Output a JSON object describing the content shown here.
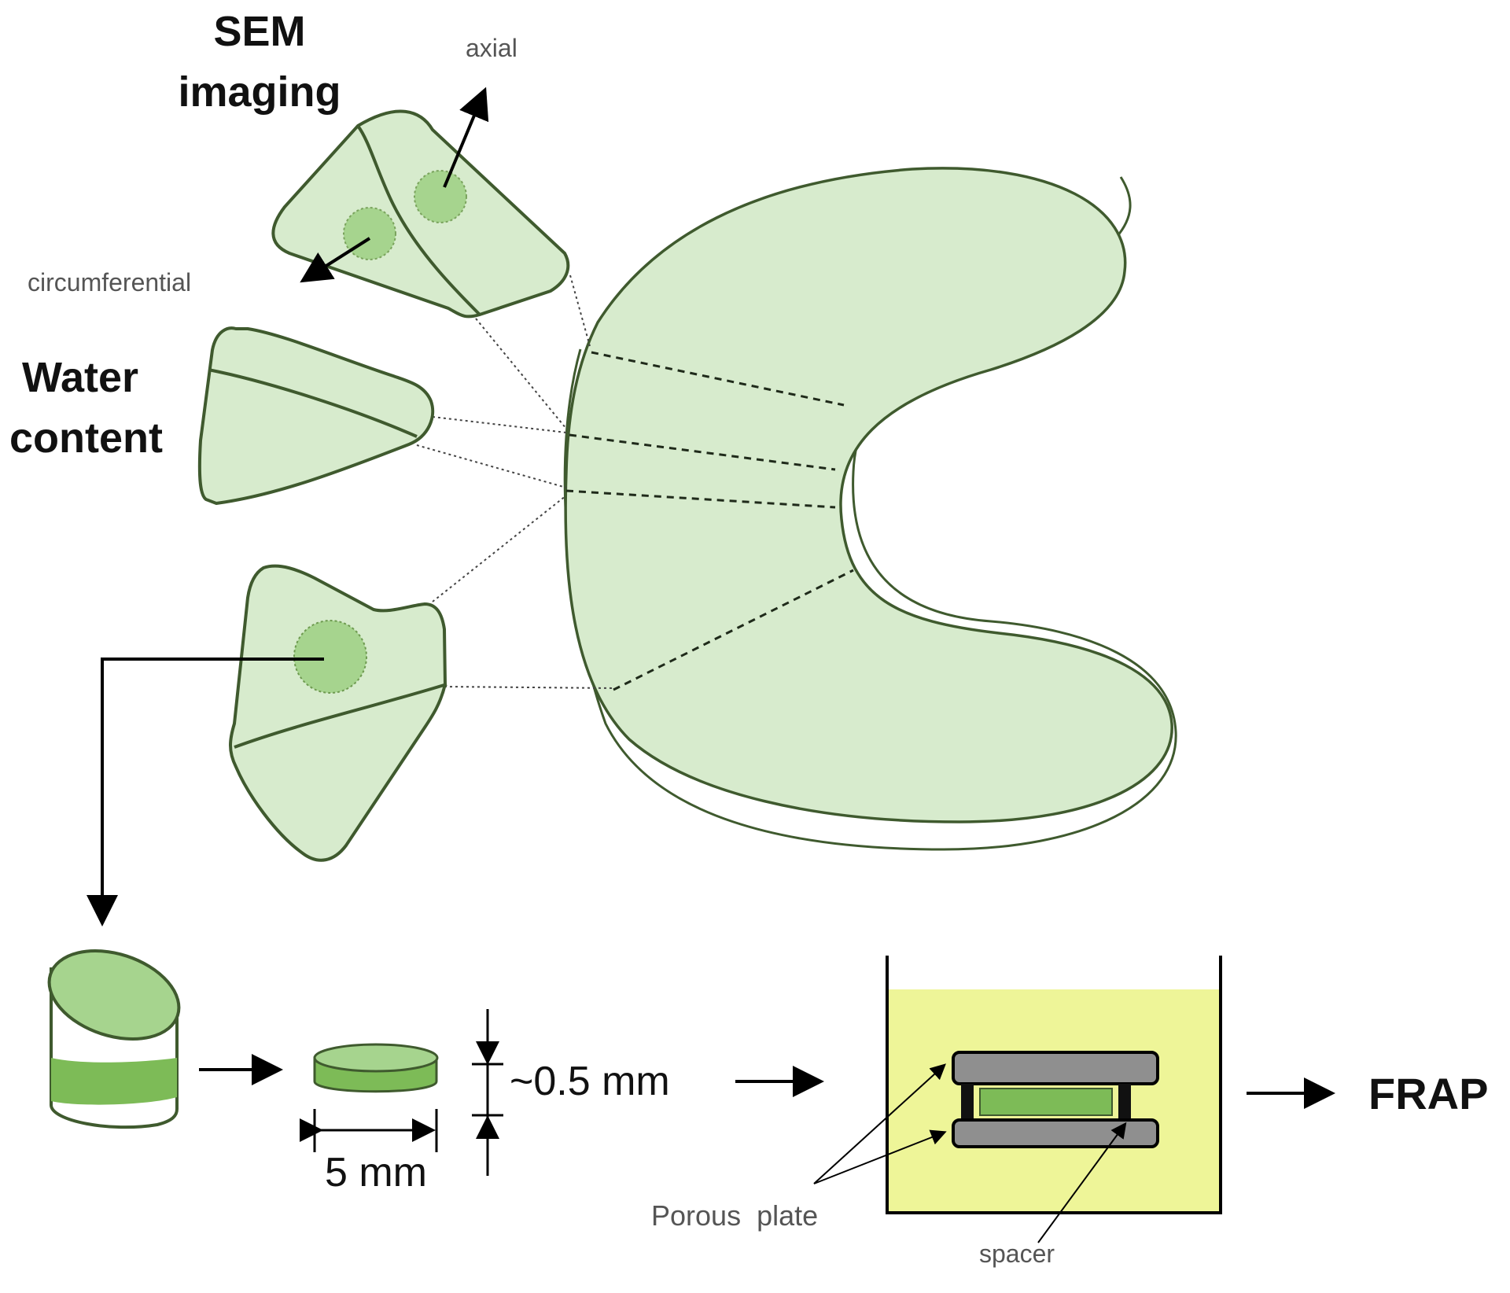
{
  "labels": {
    "sem_line1": "SEM",
    "sem_line2": "imaging",
    "axial": "axial",
    "circumferential": "circumferential",
    "water_line1": "Water",
    "water_line2": "content",
    "thickness": "~0.5 mm",
    "diameter": "5 mm",
    "porous_plate": "Porous  plate",
    "spacer": "spacer",
    "frap": "FRAP"
  },
  "colors": {
    "tissue_fill": "#d7ebcd",
    "tissue_stroke": "#3f5a2e",
    "sample_spot": "#a6d48e",
    "disc_green": "#7dbb57",
    "bath_yellow": "#eef598",
    "plate_gray": "#8f8f8f"
  }
}
